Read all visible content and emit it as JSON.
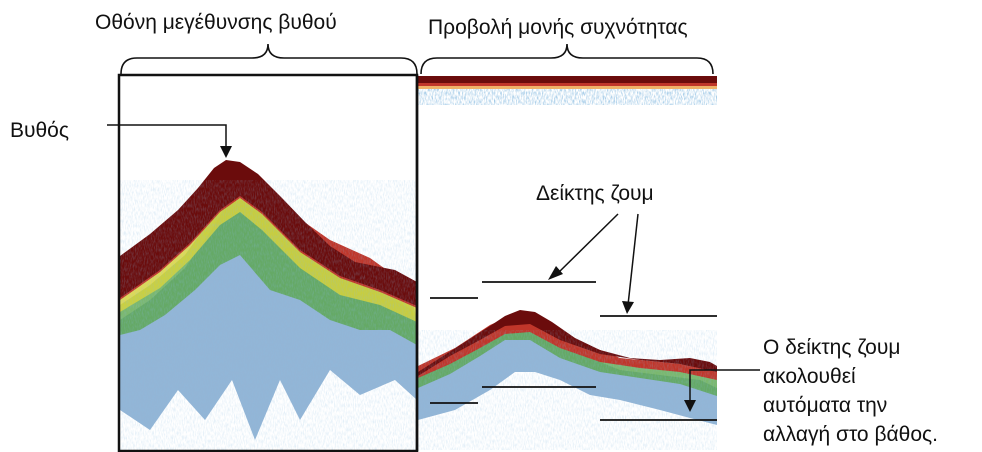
{
  "labels": {
    "bottom_zoom_display": "Οθόνη μεγέθυνσης βυθού",
    "single_frequency_display": "Προβολή μονής συχνότητας",
    "bottom": "Βυθός",
    "zoom_marker": "Δείκτης ζουμ",
    "note_lines": [
      "Ο δείκτης ζουμ",
      "ακολουθεί",
      "αυτόματα την",
      "αλλαγή στο βάθος."
    ]
  },
  "colors": {
    "bottom_echo": "#6b0c0c",
    "echo_edge": "#c0362a",
    "echo_orange": "#e8912a",
    "echo_yellow": "#d8d43a",
    "echo_green": "#5aa64a",
    "echo_blue": "#3a78b4",
    "echo_light": "#9cc4de",
    "frame": "#111111"
  }
}
